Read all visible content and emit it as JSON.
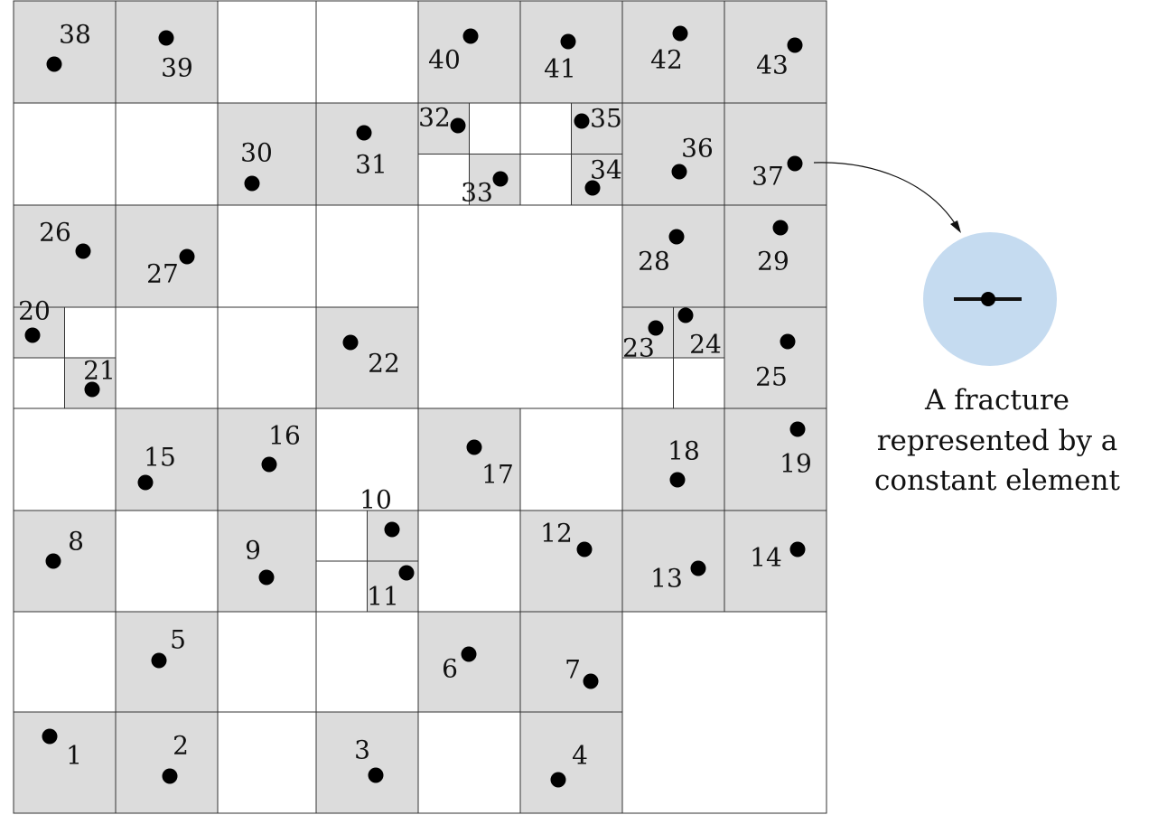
{
  "colors": {
    "fractured_cell": "#dcdcdc",
    "empty_cell": "#ffffff",
    "grid_line": "#333333",
    "fracture_point": "#000000",
    "legend_circle": "#c5dbf0",
    "legend_line": "#111111"
  },
  "fractures": [
    "1",
    "2",
    "3",
    "4",
    "5",
    "6",
    "7",
    "8",
    "9",
    "10",
    "11",
    "12",
    "13",
    "14",
    "15",
    "16",
    "17",
    "18",
    "19",
    "20",
    "21",
    "22",
    "23",
    "24",
    "25",
    "26",
    "27",
    "28",
    "29",
    "30",
    "31",
    "32",
    "33",
    "34",
    "35",
    "36",
    "37",
    "38",
    "39",
    "40",
    "41",
    "42",
    "43"
  ],
  "legend": {
    "caption_lines": [
      "A fracture",
      "represented by a",
      "constant element"
    ],
    "icon": "fracture-element-icon"
  }
}
